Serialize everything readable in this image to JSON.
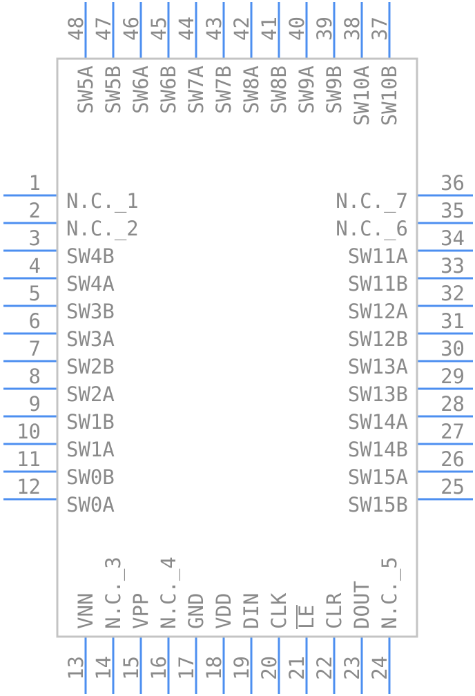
{
  "component": {
    "left_pins": [
      {
        "number": "1",
        "label": "N.C._1"
      },
      {
        "number": "2",
        "label": "N.C._2"
      },
      {
        "number": "3",
        "label": "SW4B"
      },
      {
        "number": "4",
        "label": "SW4A"
      },
      {
        "number": "5",
        "label": "SW3B"
      },
      {
        "number": "6",
        "label": "SW3A"
      },
      {
        "number": "7",
        "label": "SW2B"
      },
      {
        "number": "8",
        "label": "SW2A"
      },
      {
        "number": "9",
        "label": "SW1B"
      },
      {
        "number": "10",
        "label": "SW1A"
      },
      {
        "number": "11",
        "label": "SW0B"
      },
      {
        "number": "12",
        "label": "SW0A"
      }
    ],
    "bottom_pins": [
      {
        "number": "13",
        "label": "VNN"
      },
      {
        "number": "14",
        "label": "N.C._3"
      },
      {
        "number": "15",
        "label": "VPP"
      },
      {
        "number": "16",
        "label": "N.C._4"
      },
      {
        "number": "17",
        "label": "GND"
      },
      {
        "number": "18",
        "label": "VDD"
      },
      {
        "number": "19",
        "label": "DIN"
      },
      {
        "number": "20",
        "label": "CLK"
      },
      {
        "number": "21",
        "label": "LE",
        "overbar": true
      },
      {
        "number": "22",
        "label": "CLR"
      },
      {
        "number": "23",
        "label": "DOUT"
      },
      {
        "number": "24",
        "label": "N.C._5"
      }
    ],
    "right_pins": [
      {
        "number": "25",
        "label": "SW15B"
      },
      {
        "number": "26",
        "label": "SW15A"
      },
      {
        "number": "27",
        "label": "SW14B"
      },
      {
        "number": "28",
        "label": "SW14A"
      },
      {
        "number": "29",
        "label": "SW13B"
      },
      {
        "number": "30",
        "label": "SW13A"
      },
      {
        "number": "31",
        "label": "SW12B"
      },
      {
        "number": "32",
        "label": "SW12A"
      },
      {
        "number": "33",
        "label": "SW11B"
      },
      {
        "number": "34",
        "label": "SW11A"
      },
      {
        "number": "35",
        "label": "N.C._6"
      },
      {
        "number": "36",
        "label": "N.C._7"
      }
    ],
    "top_pins": [
      {
        "number": "37",
        "label": "SW10B"
      },
      {
        "number": "38",
        "label": "SW10A"
      },
      {
        "number": "39",
        "label": "SW9B"
      },
      {
        "number": "40",
        "label": "SW9A"
      },
      {
        "number": "41",
        "label": "SW8B"
      },
      {
        "number": "42",
        "label": "SW8A"
      },
      {
        "number": "43",
        "label": "SW7B"
      },
      {
        "number": "44",
        "label": "SW7A"
      },
      {
        "number": "45",
        "label": "SW6B"
      },
      {
        "number": "46",
        "label": "SW6A"
      },
      {
        "number": "47",
        "label": "SW5B"
      },
      {
        "number": "48",
        "label": "SW5A"
      }
    ]
  },
  "colors": {
    "pin": "#4d8ff0",
    "body_outline": "#c4c4c4",
    "text": "#8a8a8a"
  }
}
